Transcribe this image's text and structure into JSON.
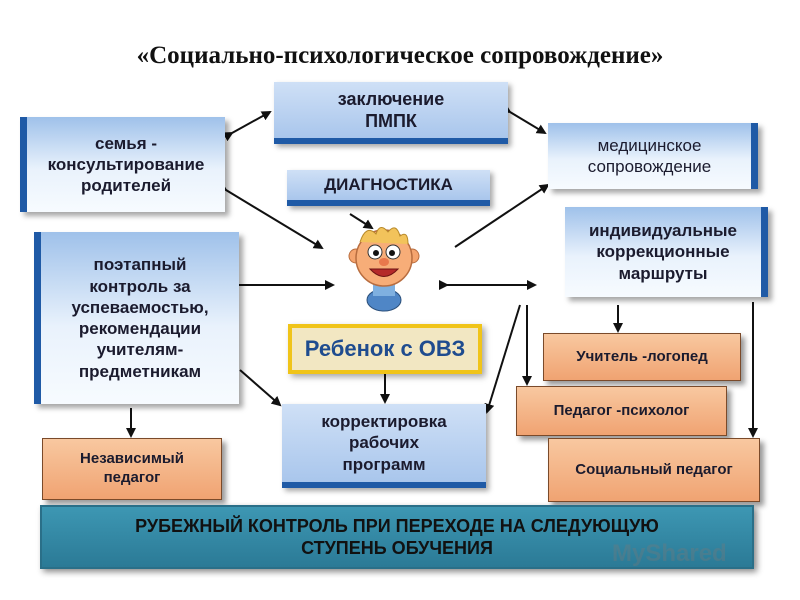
{
  "title": "«Социально-психологическое сопровождение»",
  "boxes": {
    "pmpk": "заключение\nПМПК",
    "family": "семья -\nконсультирование\nродителей",
    "medical": "медицинское\nсопровождение",
    "diagnostics": "ДИАГНОСТИКА",
    "routes": "индивидуальные\nкоррекционные\nмаршруты",
    "control": "поэтапный\nконтроль за\nуспеваемостью,\nрекомендации\nучителям-\nпредметникам",
    "child": "Ребенок  с ОВЗ",
    "logoped": "Учитель -логопед",
    "psychologist": "Педагог -психолог",
    "correction": "корректировка\nрабочих\nпрограмм",
    "independent": "Независимый\nпедагог",
    "social": "Социальный педагог",
    "footer": "РУБЕЖНЫЙ КОНТРОЛЬ  ПРИ ПЕРЕХОДЕ НА СЛЕДУЮЩУЮ\nСТУПЕНЬ ОБУЧЕНИЯ"
  },
  "watermark": "MyShared",
  "colors": {
    "box_accent": "#1f5aa6",
    "orange_box": "#f0a372",
    "center_border": "#f0c419",
    "footer_bar": "#3d97b3"
  }
}
